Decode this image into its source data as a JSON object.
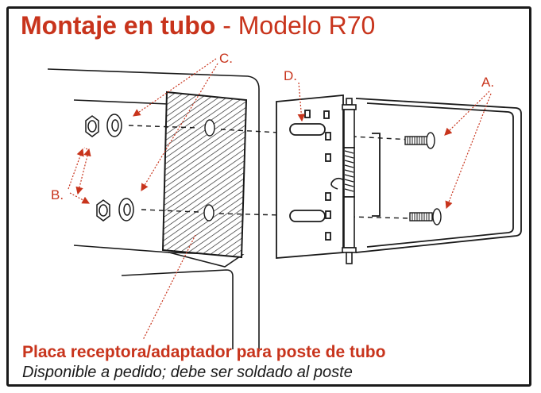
{
  "title": {
    "bold": "Montaje en tubo",
    "rest": " - Modelo R70"
  },
  "labels": {
    "a": "A.",
    "b": "B.",
    "c": "C.",
    "d": "D."
  },
  "caption": {
    "heading": "Placa receptora/adaptador para poste de tubo",
    "note": "Disponible a pedido; debe ser soldado al poste"
  },
  "colors": {
    "accent": "#c8341c",
    "ink": "#1a1a1a"
  }
}
